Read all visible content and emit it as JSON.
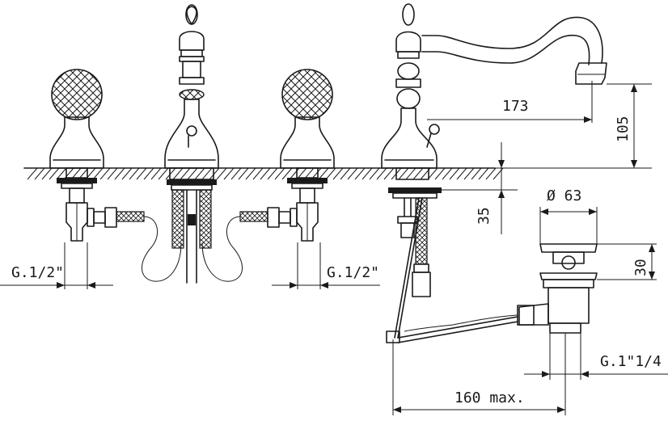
{
  "labels": {
    "inlet_left": "G.1/2\"",
    "inlet_right": "G.1/2\"",
    "spout_reach": "173",
    "spout_height": "105",
    "deck_thickness": "35",
    "waste_diameter": "Ø 63",
    "waste_height": "30",
    "waste_thread": "G.1\"1/4",
    "waste_reach": "160 max."
  },
  "icons": {
    "handle": "crystal-ball-handle-icon",
    "spout": "swan-neck-spout-icon",
    "waste": "pop-up-waste-icon"
  },
  "colors": {
    "line": "#1a1a1a",
    "background": "#ffffff"
  }
}
